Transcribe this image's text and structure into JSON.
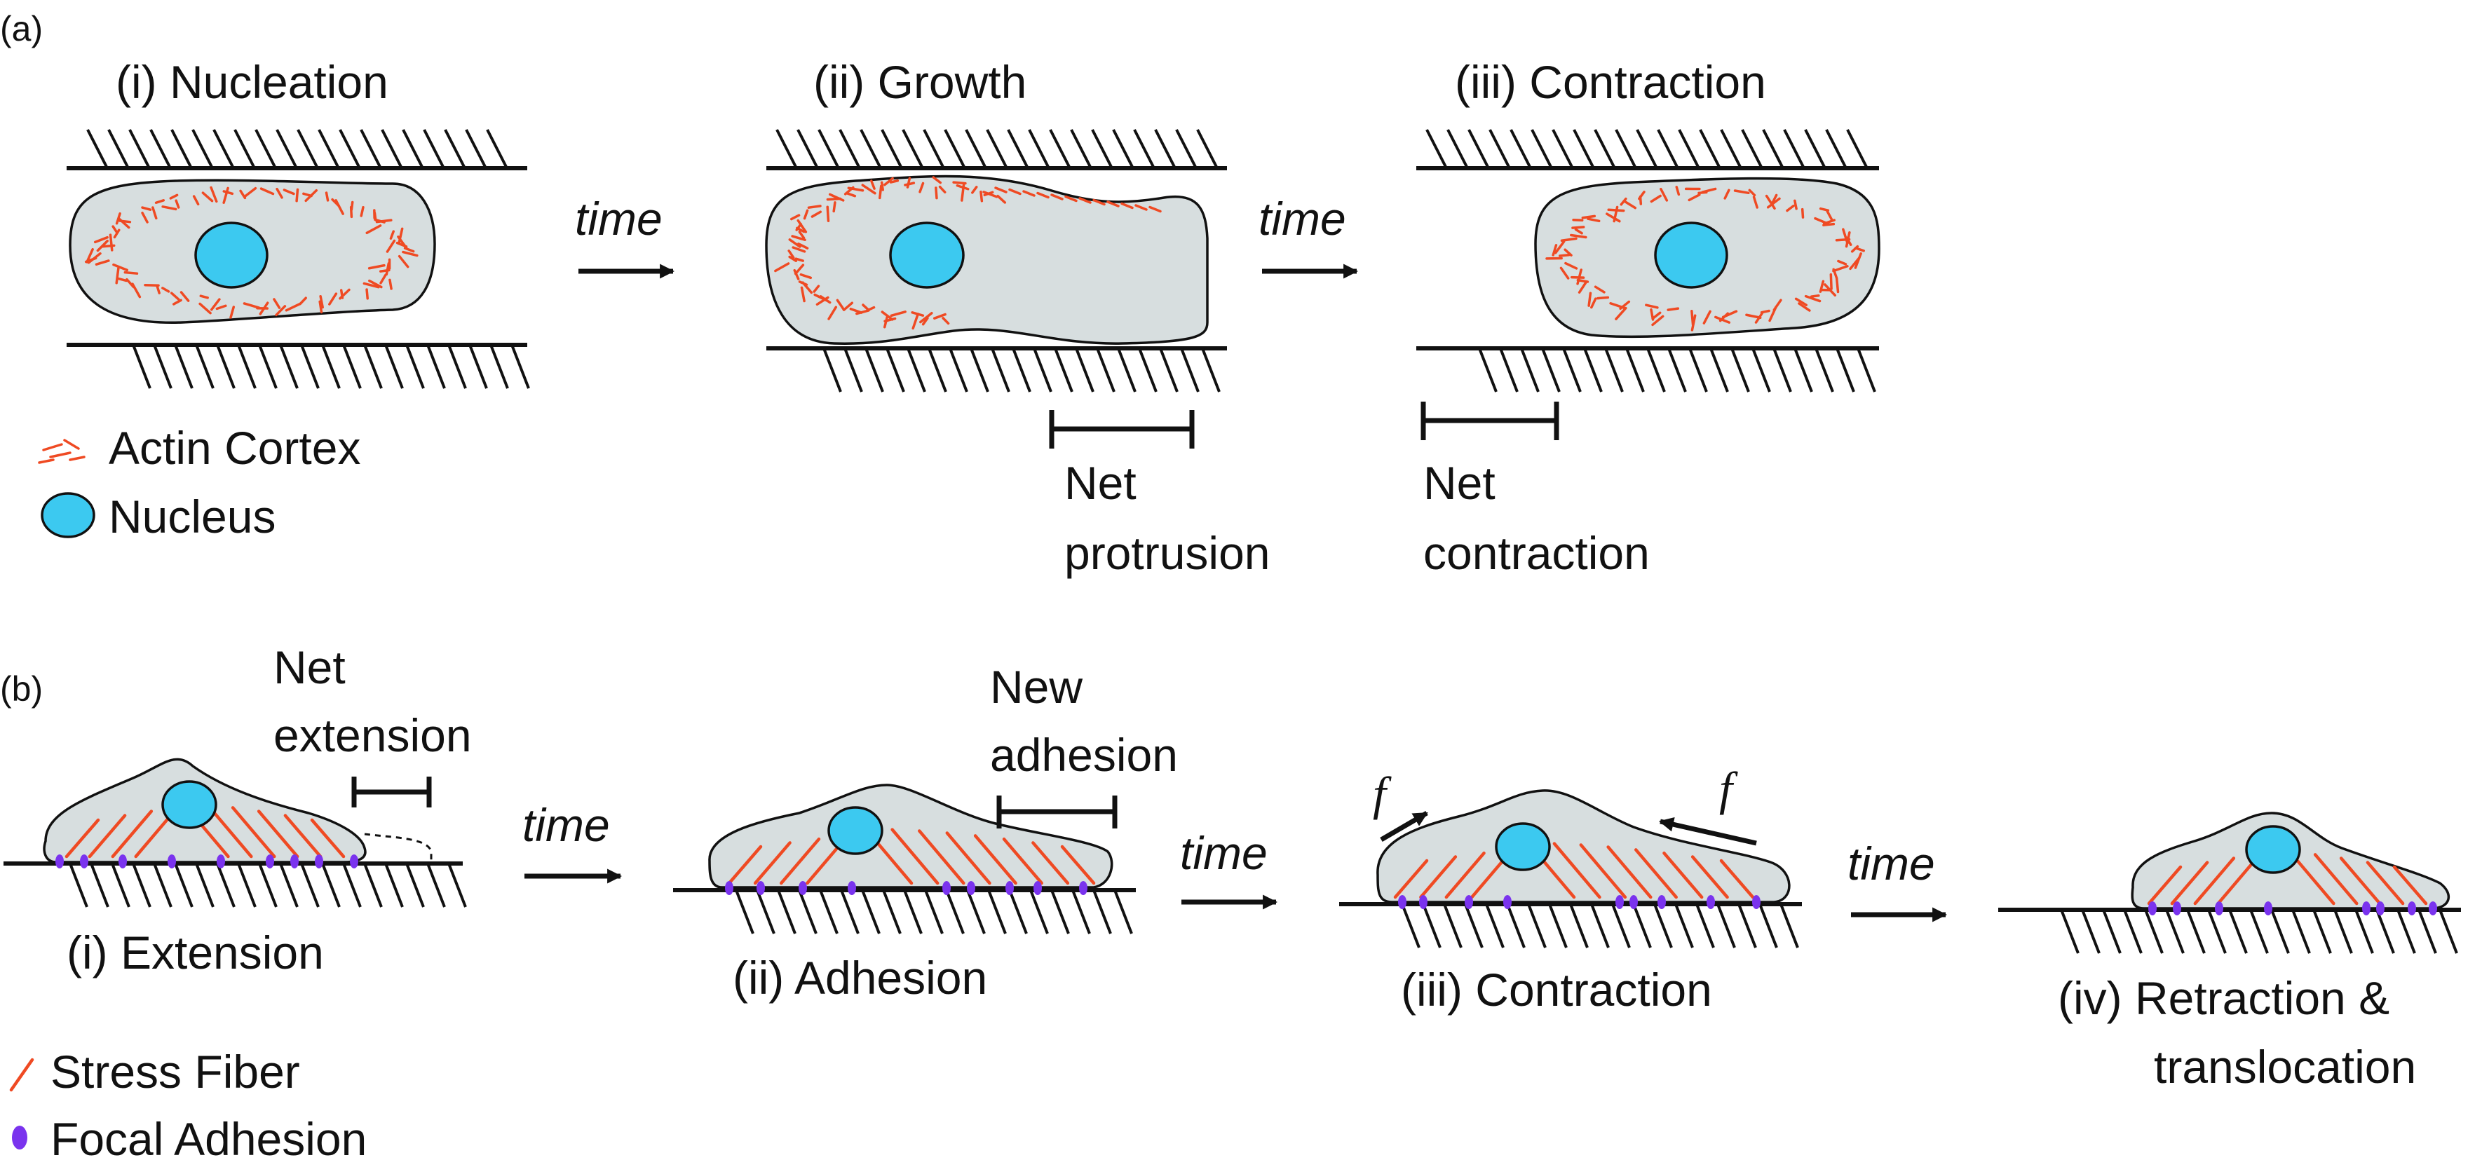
{
  "panel_a": {
    "label": "(a)",
    "stage1": "(i) Nucleation",
    "stage2": "(ii) Growth",
    "stage3": "(iii) Contraction",
    "time_label": "time",
    "legend_actin": "Actin Cortex",
    "legend_nucleus": "Nucleus",
    "net_protrusion_line1": "Net",
    "net_protrusion_line2": "protrusion",
    "net_contraction_line1": "Net",
    "net_contraction_line2": "contraction"
  },
  "panel_b": {
    "label": "(b)",
    "stage1": "(i) Extension",
    "stage2": "(ii) Adhesion",
    "stage3": "(iii) Contraction",
    "stage4_line1": "(iv) Retraction &",
    "stage4_line2": "translocation",
    "time_label": "time",
    "net_extension_line1": "Net",
    "net_extension_line2": "extension",
    "new_adhesion_line1": "New",
    "new_adhesion_line2": "adhesion",
    "force_label": "f",
    "legend_stress_fiber": "Stress Fiber",
    "legend_focal_adhesion": "Focal Adhesion"
  },
  "colors": {
    "cell": "#d7dedf",
    "nucleus": "#3cc9f0",
    "actin": "#ef4a23",
    "stress_fiber": "#ef4a23",
    "focal_adhesion": "#7a33ee"
  }
}
